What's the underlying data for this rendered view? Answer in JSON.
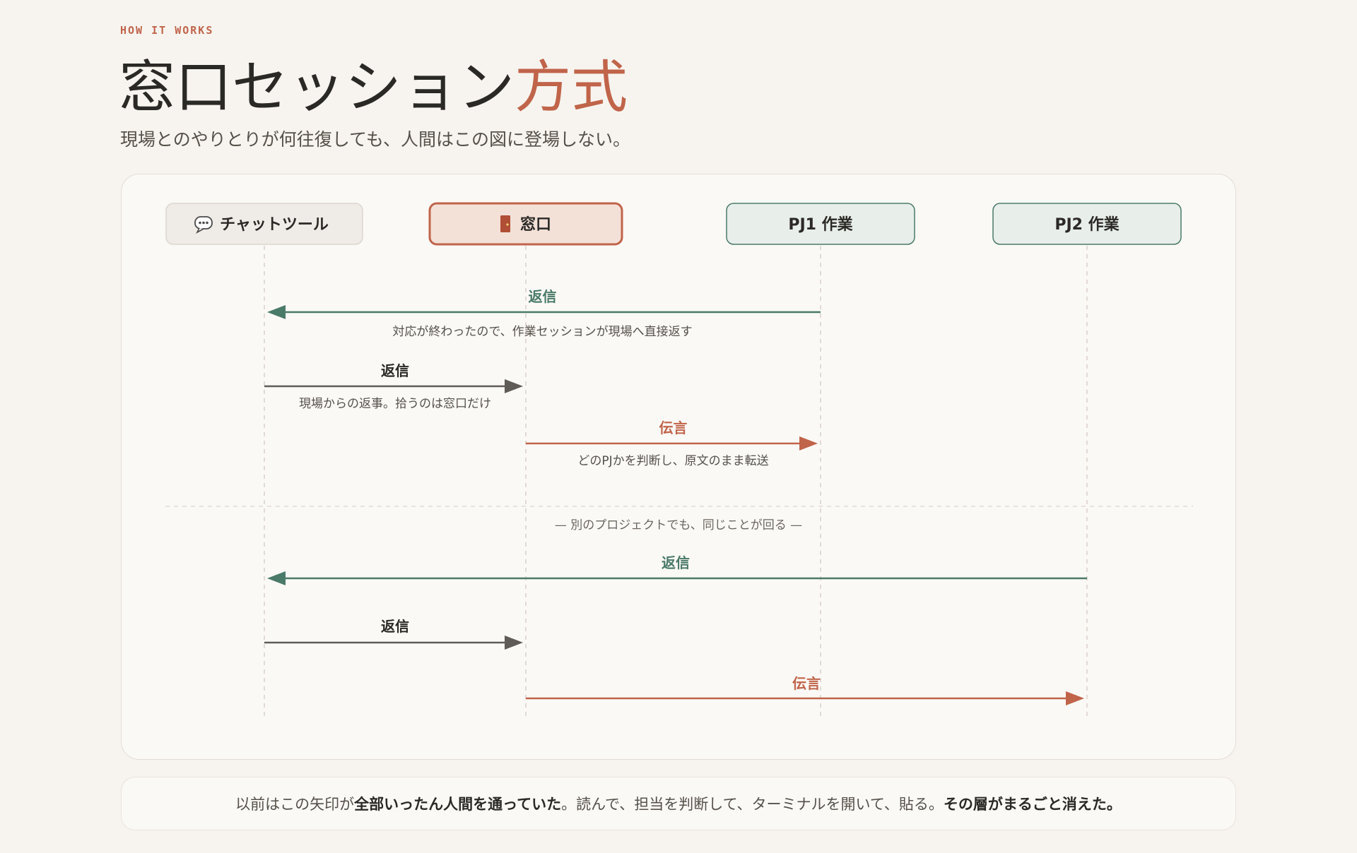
{
  "eyebrow": "HOW IT WORKS",
  "title": {
    "main": "窓口セッション",
    "accent": "方式"
  },
  "subtitle": "現場とのやりとりが何往復しても、人間はこの図に登場しない。",
  "colors": {
    "accent": "#c0644a",
    "green": "#4a7a68",
    "gray": "#5f5b56",
    "window_fill": "#f3e1d8",
    "pj_fill": "#e8eeea",
    "chat_fill": "#efebe6"
  },
  "diagram": {
    "actors": [
      {
        "id": "chat",
        "label": "チャットツール",
        "icon": "speech-bubble-icon",
        "style": "chat"
      },
      {
        "id": "window",
        "label": "窓口",
        "icon": "door-icon",
        "style": "window"
      },
      {
        "id": "pj1",
        "label": "PJ1 作業",
        "style": "pj"
      },
      {
        "id": "pj2",
        "label": "PJ2 作業",
        "style": "pj"
      }
    ],
    "messages": [
      {
        "from": "pj1",
        "to": "chat",
        "label": "返信",
        "note": "対応が終わったので、作業セッションが現場へ直接返す",
        "color": "green"
      },
      {
        "from": "chat",
        "to": "window",
        "label": "返信",
        "note": "現場からの返事。拾うのは窓口だけ",
        "color": "gray"
      },
      {
        "from": "window",
        "to": "pj1",
        "label": "伝言",
        "note": "どのPJかを判断し、原文のまま転送",
        "color": "accent"
      },
      {
        "separator": "— 別のプロジェクトでも、同じことが回る —"
      },
      {
        "from": "pj2",
        "to": "chat",
        "label": "返信",
        "note": "",
        "color": "green"
      },
      {
        "from": "chat",
        "to": "window",
        "label": "返信",
        "note": "",
        "color": "gray"
      },
      {
        "from": "window",
        "to": "pj2",
        "label": "伝言",
        "note": "",
        "color": "accent"
      }
    ]
  },
  "bottom_note": {
    "parts": [
      {
        "text": "以前はこの矢印が",
        "bold": false
      },
      {
        "text": "全部いったん人間を通っていた",
        "bold": true
      },
      {
        "text": "。読んで、担当を判断して、ターミナルを開いて、貼る。",
        "bold": false
      },
      {
        "text": "その層がまるごと消えた。",
        "bold": true
      }
    ]
  }
}
